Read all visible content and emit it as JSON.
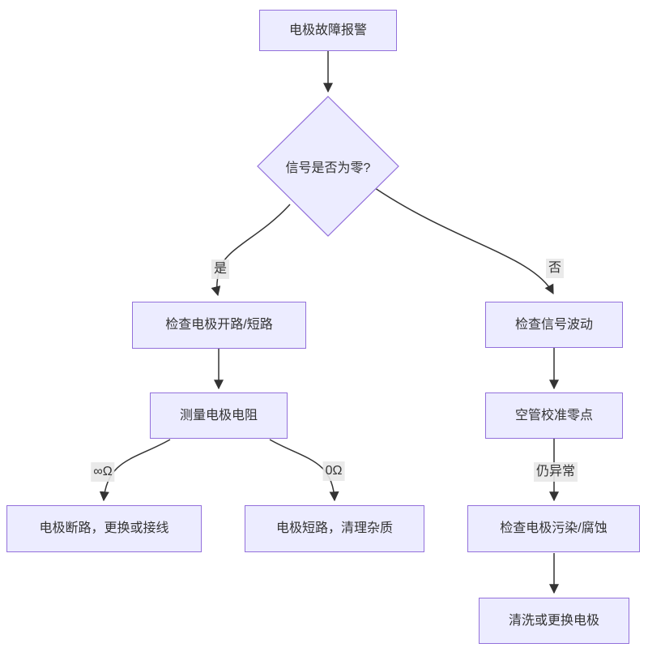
{
  "diagram": {
    "type": "flowchart",
    "direction": "top-down",
    "nodes": [
      {
        "id": "alarm",
        "shape": "rect",
        "label": "电极故障报警"
      },
      {
        "id": "decision",
        "shape": "diamond",
        "label": "信号是否为零?"
      },
      {
        "id": "check_open_short",
        "shape": "rect",
        "label": "检查电极开路/短路"
      },
      {
        "id": "measure_resistance",
        "shape": "rect",
        "label": "测量电极电阻"
      },
      {
        "id": "open_circuit",
        "shape": "rect",
        "label": "电极断路，更换或接线"
      },
      {
        "id": "short_circuit",
        "shape": "rect",
        "label": "电极短路，清理杂质"
      },
      {
        "id": "check_fluctuation",
        "shape": "rect",
        "label": "检查信号波动"
      },
      {
        "id": "empty_pipe_zero",
        "shape": "rect",
        "label": "空管校准零点"
      },
      {
        "id": "check_contamination",
        "shape": "rect",
        "label": "检查电极污染/腐蚀"
      },
      {
        "id": "clean_replace",
        "shape": "rect",
        "label": "清洗或更换电极"
      }
    ],
    "edges": [
      {
        "from": "alarm",
        "to": "decision",
        "label": ""
      },
      {
        "from": "decision",
        "to": "check_open_short",
        "label": "是"
      },
      {
        "from": "decision",
        "to": "check_fluctuation",
        "label": "否"
      },
      {
        "from": "check_open_short",
        "to": "measure_resistance",
        "label": ""
      },
      {
        "from": "measure_resistance",
        "to": "open_circuit",
        "label": "∞Ω"
      },
      {
        "from": "measure_resistance",
        "to": "short_circuit",
        "label": "0Ω"
      },
      {
        "from": "check_fluctuation",
        "to": "empty_pipe_zero",
        "label": ""
      },
      {
        "from": "empty_pipe_zero",
        "to": "check_contamination",
        "label": "仍异常"
      },
      {
        "from": "check_contamination",
        "to": "clean_replace",
        "label": ""
      }
    ],
    "edge_labels": {
      "yes": "是",
      "no": "否",
      "infinite_ohm": "∞Ω",
      "zero_ohm": "0Ω",
      "still_abnormal": "仍异常"
    },
    "colors": {
      "node_fill": "#ECECFF",
      "node_border": "#9370DB",
      "edge_color": "#333333",
      "text_color": "#333333",
      "canvas_bg": "#ffffff"
    }
  }
}
